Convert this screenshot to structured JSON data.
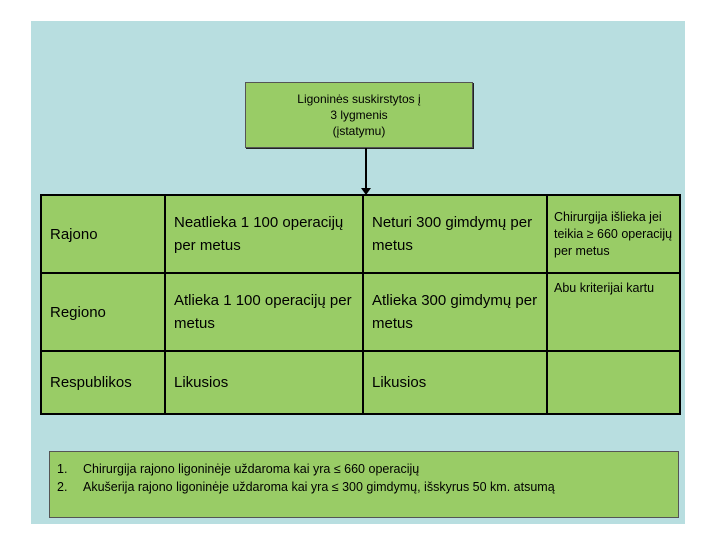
{
  "header_box": {
    "line1": "Ligoninės suskirstytos į",
    "line2": "3 lygmenis",
    "line3": "(įstatymu)"
  },
  "table": {
    "rows": [
      {
        "level": "Rajono",
        "operations": "Neatlieka 1 100 operacijų per metus",
        "births": "Neturi 300 gimdymų per metus",
        "note": "Chirurgija išlieka jei teikia ≥ 660 operacijų per metus"
      },
      {
        "level": "Regiono",
        "operations": "Atlieka 1 100 operacijų per metus",
        "births": "Atlieka 300 gimdymų per metus",
        "note": "Abu kriterijai kartu"
      },
      {
        "level": "Respublikos",
        "operations": "Likusios",
        "births": "Likusios",
        "note": ""
      }
    ]
  },
  "notes": [
    {
      "num": "1.",
      "text": "Chirurgija rajono ligoninėje uždaroma kai yra ≤ 660 operacijų"
    },
    {
      "num": "2.",
      "text": "Akušerija rajono ligoninėje uždaroma kai yra ≤ 300 gimdymų, išskyrus 50 km. atsumą"
    }
  ],
  "colors": {
    "slide_background": "#b8dee0",
    "box_fill": "#99cc66",
    "border": "#000000"
  }
}
